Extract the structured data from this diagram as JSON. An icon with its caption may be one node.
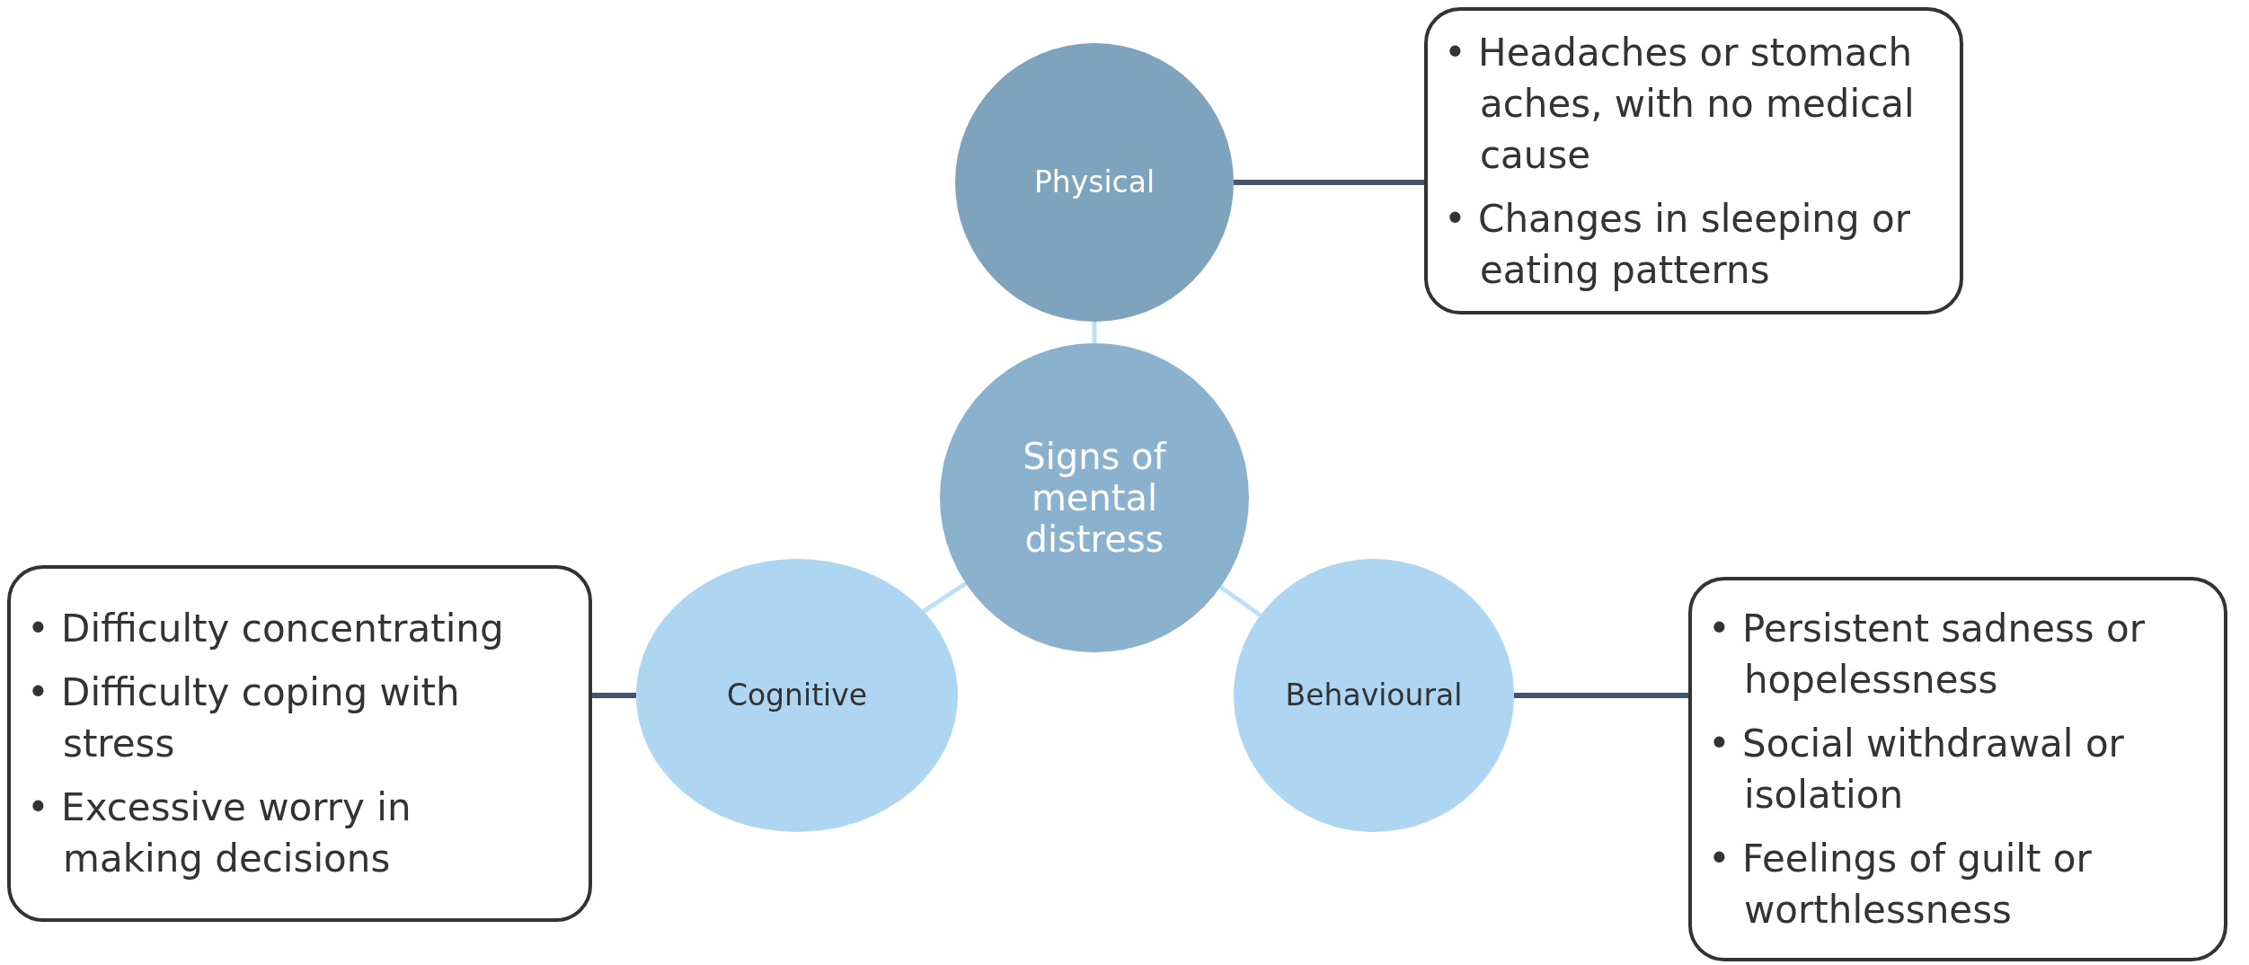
{
  "diagram": {
    "nodes": [
      {
        "text": [
          "Signs of mental distress"
        ]
      },
      {
        "text": [
          "Physical"
        ]
      },
      {
        "text": [
          "• Headaches or stomach aches, with no medical cause",
          "• Changes in sleeping or eating patterns"
        ]
      },
      {
        "text": [
          "Cognitive"
        ]
      },
      {
        "text": [
          "• Difficulty concentrating",
          "• Difficulty coping with stress",
          "• Excessive worry in making decisions"
        ]
      },
      {
        "text": [
          "Behavioural"
        ]
      },
      {
        "text": [
          "• Persistent sadness or hopelessness",
          "• Social withdrawal or isolation",
          "• Feelings of guilt or worthlessness"
        ]
      }
    ],
    "edges": [
      {
        "from": 0,
        "to": 1,
        "arrow": "none"
      },
      {
        "from": 0,
        "to": 3,
        "arrow": "none"
      },
      {
        "from": 0,
        "to": 5,
        "arrow": "none"
      },
      {
        "from": 1,
        "to": 2,
        "arrow": "none",
        "color": "#44546a"
      },
      {
        "from": 3,
        "to": 4,
        "arrow": "none",
        "color": "#44546a"
      },
      {
        "from": 5,
        "to": 6,
        "arrow": "none",
        "color": "#44546a"
      }
    ]
  }
}
